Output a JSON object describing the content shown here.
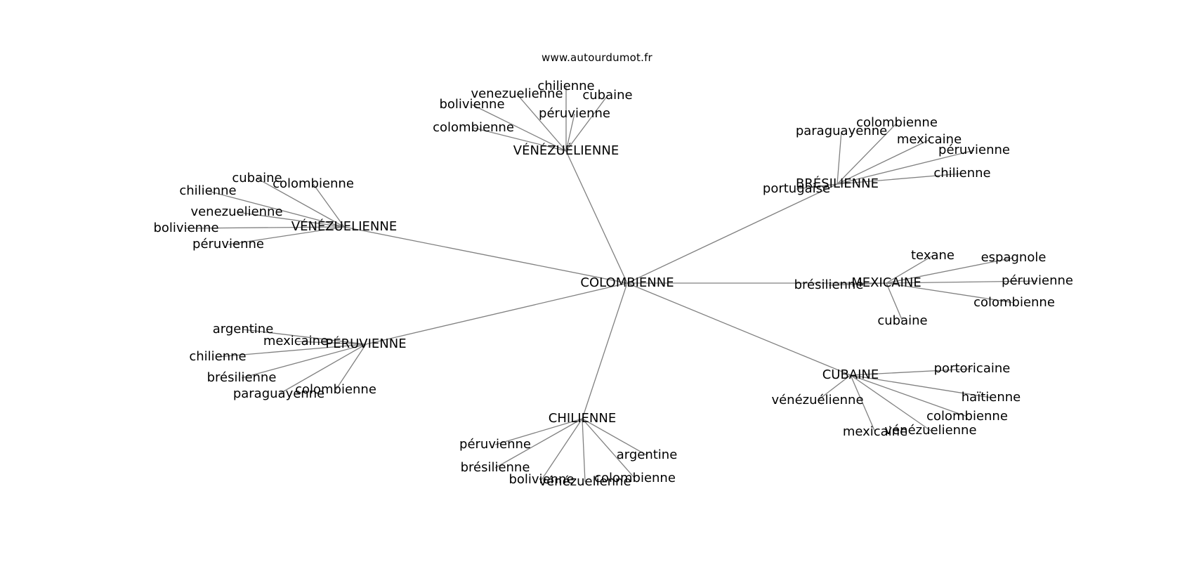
{
  "source": "www.autourdumot.fr",
  "graph": {
    "center": "COLOMBIENNE",
    "hubs": [
      {
        "id": "venezuelienne-top",
        "label": "VÉNÉZUÉLIENNE",
        "leaves": [
          "chilienne",
          "venezuelienne",
          "bolivienne",
          "cubaine",
          "péruvienne",
          "colombienne"
        ]
      },
      {
        "id": "venezuelienne-left",
        "label": "VÉNÉZUELIENNE",
        "leaves": [
          "cubaine",
          "colombienne",
          "chilienne",
          "venezuelienne",
          "bolivienne",
          "péruvienne"
        ]
      },
      {
        "id": "bresilienne",
        "label": "BRÉSILIENNE",
        "leaves": [
          "colombienne",
          "paraguayenne",
          "mexicaine",
          "péruvienne",
          "chilienne",
          "portugaise"
        ]
      },
      {
        "id": "mexicaine",
        "label": "MEXICAINE",
        "leaves": [
          "texane",
          "espagnole",
          "péruvienne",
          "colombienne",
          "cubaine",
          "brésilienne"
        ]
      },
      {
        "id": "peruvienne",
        "label": "PÉRUVIENNE",
        "leaves": [
          "argentine",
          "mexicaine",
          "chilienne",
          "brésilienne",
          "colombienne",
          "paraguayenne"
        ]
      },
      {
        "id": "cubaine",
        "label": "CUBAINE",
        "leaves": [
          "portoricaine",
          "vénézuélienne",
          "haïtienne",
          "colombienne",
          "vénézuelienne",
          "mexicaine"
        ]
      },
      {
        "id": "chilienne",
        "label": "CHILIENNE",
        "leaves": [
          "péruvienne",
          "argentine",
          "brésilienne",
          "colombienne",
          "bolivienne",
          "vénézuelienne"
        ]
      }
    ]
  }
}
